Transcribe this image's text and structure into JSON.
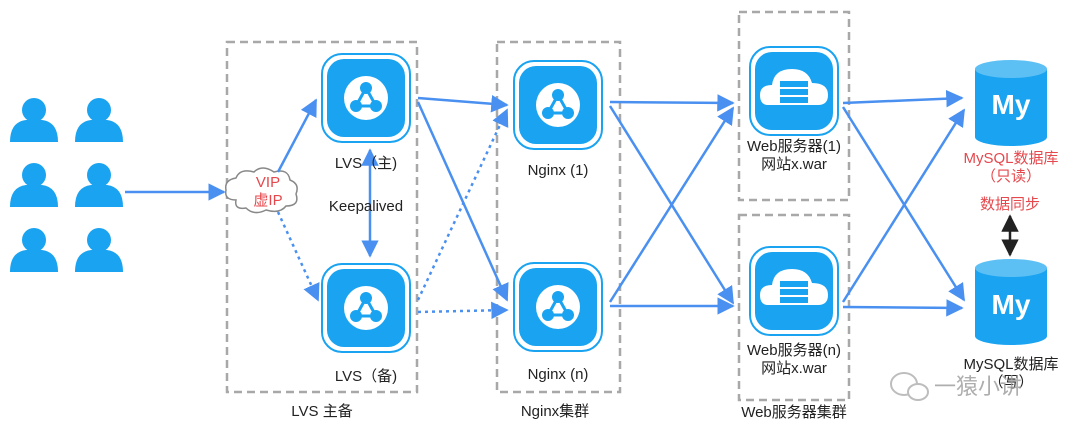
{
  "colors": {
    "primary": "#1aa3f0",
    "arrow": "#4a90f0",
    "box_border": "#a8a8a8",
    "red_label": "#e5484d",
    "db_arrow": "#222222"
  },
  "clients": {
    "icon": "user-icon",
    "count": 6
  },
  "vip": {
    "line1": "VIP",
    "line2": "虚IP"
  },
  "lvs_group": {
    "caption": "LVS 主备",
    "master_label": "LVS（主)",
    "backup_label": "LVS（备)",
    "keepalived_label": "Keepalived"
  },
  "nginx_group": {
    "caption": "Nginx集群",
    "node1_label": "Nginx (1)",
    "noden_label": "Nginx (n)"
  },
  "web_group": {
    "caption": "Web服务器集群",
    "server1": {
      "line1": "Web服务器(1)",
      "line2": "网站x.war"
    },
    "servern": {
      "line1": "Web服务器(n)",
      "line2": "网站x.war"
    }
  },
  "databases": {
    "icon_text": "My",
    "readonly_line1": "MySQL数据库",
    "readonly_line2": "（只读）",
    "sync_label": "数据同步",
    "write_line1": "MySQL数据库",
    "write_line2": "（写）"
  },
  "watermark": {
    "text": "一猿小讲",
    "icon": "wechat-icon"
  }
}
